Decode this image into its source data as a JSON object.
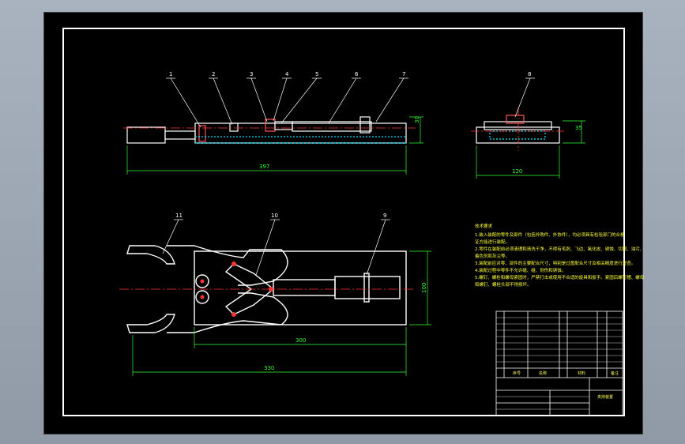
{
  "drawing": {
    "part_labels": [
      "1",
      "2",
      "3",
      "4",
      "5",
      "6",
      "7",
      "8",
      "9",
      "10",
      "11"
    ],
    "dimensions": {
      "top_length": "397",
      "top_height": "30",
      "side_width": "120",
      "side_height": "35",
      "bottom_length_inner": "300",
      "bottom_length_total": "330",
      "bottom_height": "100"
    },
    "tech_notes": {
      "title": "技术要求",
      "lines": [
        "1.装入装配的零件及部件（包括外购件、外协件），均必须具有检验部门的合格",
        "证方能进行装配。",
        "2.零件在装配前必须清理和清洗干净，不得有毛刺、飞边、氧化皮、锈蚀、切屑、油污、",
        "着色剂和灰尘等。",
        "3.装配前应对零、部件的主要配合尺寸，特别是过盈配合尺寸及相关精度进行复查。",
        "4.装配过程中零件不允许磕、碰、划伤和锈蚀。",
        "5.螺钉、螺栓和螺母紧固时，严禁打击或使用不合适的旋具和扳手。紧固后螺钉槽、螺母",
        "和螺钉、螺栓头部不得损坏。"
      ]
    },
    "title_block": {
      "header_seq": "序号",
      "header_name": "名称",
      "header_material": "材料",
      "header_remark": "备注",
      "drawing_title": "夹持装置"
    }
  },
  "colors": {
    "background": "#000000",
    "outline": "#ffffff",
    "dimension": "#33ff33",
    "center_line": "#ff3333",
    "hidden": "#00e5ff",
    "notes": "#ffff33"
  }
}
